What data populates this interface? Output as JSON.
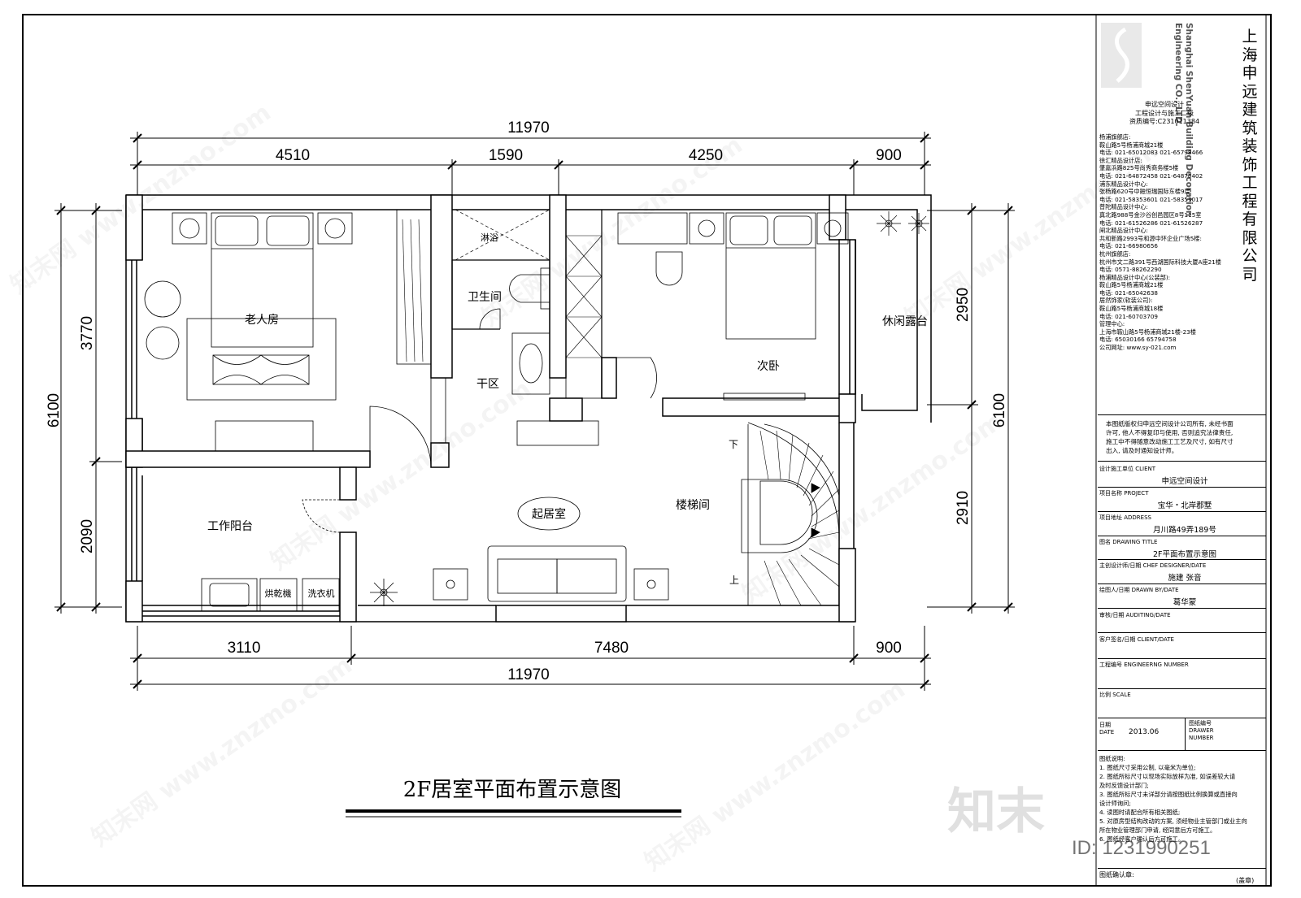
{
  "drawing_title": "2F居室平面布置示意图",
  "dimensions": {
    "top_total": "11970",
    "top_segments": [
      "4510",
      "1590",
      "4250",
      "900"
    ],
    "bottom_segments": [
      "3110",
      "7480",
      "900"
    ],
    "bottom_total": "11970",
    "left_total": "6100",
    "left_segments": [
      "3770",
      "2090"
    ],
    "right_total": "6100",
    "right_segments": [
      "2950",
      "2910"
    ]
  },
  "rooms": {
    "elder_room": "老人房",
    "shower": "淋浴",
    "bathroom": "卫生间",
    "dry_zone": "干区",
    "second_bedroom": "次卧",
    "terrace": "休闲露台",
    "work_balcony": "工作阳台",
    "dryer": "烘乾機",
    "washer": "洗衣机",
    "living_room": "起居室",
    "stairwell": "楼梯间",
    "stair_down": "下",
    "stair_up": "上"
  },
  "title_block": {
    "company_cn": "上海申远建筑装饰工程有限公司",
    "company_en_1": "Shanghai ShenYuan Building Decoration",
    "company_en_2": "Engineering CO., LTD.",
    "firm_name": "申远空间设计",
    "qualification": "工程设计与施工二级",
    "cert_no": "资质编号:C231011384",
    "branches": [
      {
        "name": "杨浦旗舰店:",
        "addr": "鞍山路5号杨浦商城21楼",
        "tel": "电话: 021-65012083 021-65798466"
      },
      {
        "name": "徐汇精品设计店:",
        "addr": "肇嘉浜路825号尚秀商务楼5楼",
        "tel": "电话: 021-64872458 021-64870402"
      },
      {
        "name": "浦东精品设计中心:",
        "addr": "张杨路620号中融恒瑞国际东楼9层",
        "tel": "电话: 021-58353601 021-58351017"
      },
      {
        "name": "普陀精品设计中心:",
        "addr": "真北路988号金沙谷创邑园区8号115室",
        "tel": "电话: 021-61526286 021-61526287"
      },
      {
        "name": "闸北精品设计中心:",
        "addr": "共和新路2993号和源中环企业广场5楼:",
        "tel": "电话: 021-66980656"
      },
      {
        "name": "杭州旗舰店:",
        "addr": "杭州市文二路391号西湖国际科技大厦A座21楼",
        "tel": "电话: 0571-88262290"
      },
      {
        "name": "杨浦精品设计中心(公装部):",
        "addr": "鞍山路5号杨浦商城21楼",
        "tel": "电话: 021-65042638"
      },
      {
        "name": "居然饰家(软装公司):",
        "addr": "鞍山路5号杨浦商城18楼",
        "tel": "电话: 021-60703709"
      },
      {
        "name": "管理中心:",
        "addr": "上海市鞍山路5号杨浦商城21楼-23楼",
        "tel": "电话: 65030166 65794758"
      }
    ],
    "website": "公司网址: www.sy-021.com",
    "copyright": [
      "本图纸版权归申远空间设计公司所有, 未经书面",
      "许可, 他人不得复印与使用, 否则追究法律责任,",
      "施工中不得随意改动施工工艺及尺寸, 如有尺寸",
      "出入, 请及时通知设计师。"
    ],
    "client_label": "设计施工单位 CLIENT",
    "client_value": "申远空间设计",
    "project_label": "项目名称 PROJECT",
    "project_value": "宝华・北岸郡墅",
    "address_label": "项目地址 ADDRESS",
    "address_value": "月川路49弄189号",
    "drawing_title_label": "图名 DRAWING TITLE",
    "drawing_title_value": "2F平面布置示意图",
    "designer_label": "主创设计师/日期 CHEF DESIGNER/DATE",
    "designer_value": "施建  张音",
    "drawn_label": "绘图人/日期 DRAWN BY/DATE",
    "drawn_value": "葛华蒙",
    "audit_label": "审核/日期 AUDITING/DATE",
    "client_sign_label": "客户签名/日期 CLIENT/DATE",
    "eng_no_label": "工程编号 ENGINEERNG NUMBER",
    "scale_label": "比例 SCALE",
    "date_label_cn": "日期",
    "date_label_en": "DATE",
    "date_value": "2013.06",
    "drawer_no_cn": "图纸编号",
    "drawer_no_en1": "DRAWER",
    "drawer_no_en2": "NUMBER",
    "notes_title": "图纸说明:",
    "notes": [
      "1. 图纸尺寸采用公制, 以毫米为单位;",
      "2. 图纸所标尺寸以现场实际放样为准, 如误差较大请",
      "及时反馈设计部门;",
      "3. 图纸所标尺寸未详部分请按图纸比例换算或直接向",
      "设计师询问;",
      "4. 读图时请配合所有相关图纸;",
      "5. 对原房型结构改动的方案, 须经物业主管部门或业主向",
      "所在物业管理部门申请, 经同意后方可施工。",
      "6. 图纸经客户确认后方可施工。"
    ],
    "confirm_label": "图纸确认章:",
    "seal": "(盖章)"
  },
  "watermark": {
    "brand": "知末网 www.znzmo.com",
    "logo": "知末",
    "id": "ID: 1231990251"
  }
}
